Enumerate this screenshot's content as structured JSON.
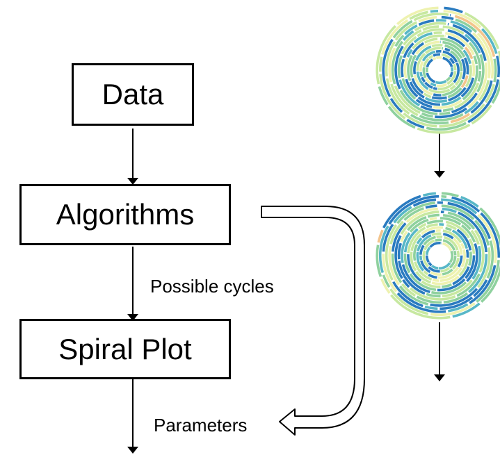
{
  "flow": {
    "data_label": "Data",
    "algorithms_label": "Algorithms",
    "spiral_plot_label": "Spiral Plot",
    "cycles_label": "Possible cycles",
    "parameters_label": "Parameters"
  },
  "colors": {
    "dark_blue": "#2a7bc0",
    "teal": "#58b7c7",
    "green": "#8fd19e",
    "light_green": "#c7e8a0",
    "yellow": "#eef2b0",
    "orange": "#f3c48c",
    "red": "#e05a3c"
  }
}
